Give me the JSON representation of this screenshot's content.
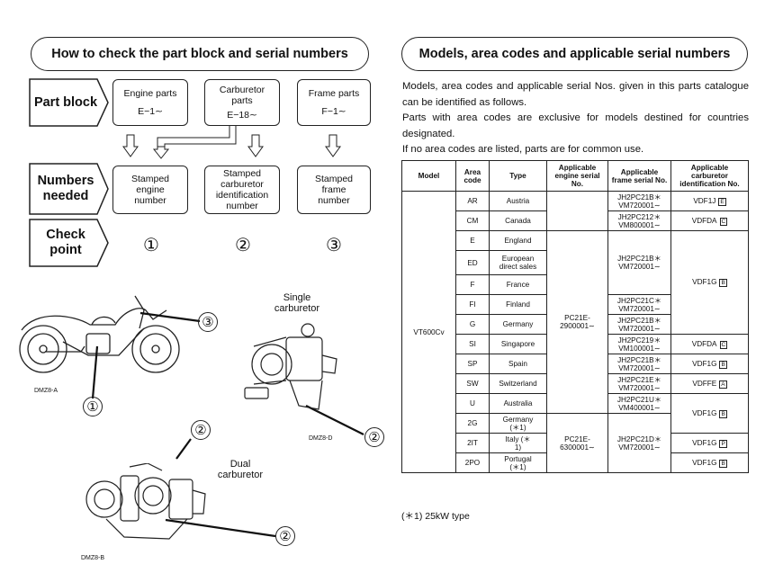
{
  "left": {
    "header": "How to check the part block and serial numbers",
    "rows": {
      "part_block": "Part block",
      "numbers_needed": "Numbers needed",
      "check_point": "Check point"
    },
    "columns": [
      {
        "part": "Engine parts",
        "code": "E−1∼",
        "number": "Stamped engine number",
        "check": "①"
      },
      {
        "part": "Carburetor parts",
        "code": "E−18∼",
        "number": "Stamped carburetor identification number",
        "check": "②"
      },
      {
        "part": "Frame parts",
        "code": "F−1∼",
        "number": "Stamped frame number",
        "check": "③"
      }
    ],
    "figures": {
      "single_label": "Single carburetor",
      "dual_label": "Dual carburetor",
      "cap_a": "DMZ8-A",
      "cap_d": "DMZ8-D",
      "cap_b": "DMZ8-B",
      "callout_1": "①",
      "callout_2": "②",
      "callout_3": "③"
    }
  },
  "right": {
    "header": "Models, area codes and applicable serial numbers",
    "para1": "Models, area codes and applicable serial Nos. given in this parts catalogue can be identified as follows.",
    "para2": "Parts with area codes are exclusive for models destined for countries designated.",
    "para3": "If no area codes are listed, parts are for common use.",
    "table": {
      "headers": [
        "Model",
        "Area code",
        "Type",
        "Applicable engine serial No.",
        "Applicable frame serial No.",
        "Applicable carburetor identification No."
      ],
      "model": "VT600Cv",
      "engine_a": "PC21E-2900001∼",
      "engine_b": "PC21E-6300001∼",
      "rows": [
        {
          "area": "AR",
          "type": "Austria",
          "frame": "JH2PC21B＊ VM720001∼",
          "carb": "VDF1J",
          "carb_tag": "E"
        },
        {
          "area": "CM",
          "type": "Canada",
          "frame": "JH2PC212＊ VM800001∼",
          "carb": "VDFDA",
          "carb_tag": "C"
        },
        {
          "area": "E",
          "type": "England"
        },
        {
          "area": "ED",
          "type": "European direct sales"
        },
        {
          "area": "F",
          "type": "France"
        },
        {
          "area": "FI",
          "type": "Finland"
        },
        {
          "area": "G",
          "type": "Germany"
        },
        {
          "area": "SI",
          "type": "Singapore",
          "frame": "JH2PC219＊ VM100001∼",
          "carb": "VDFDA",
          "carb_tag": "C"
        },
        {
          "area": "SP",
          "type": "Spain",
          "frame": "JH2PC21B＊ VM720001∼",
          "carb": "VDF1G",
          "carb_tag": "B"
        },
        {
          "area": "SW",
          "type": "Switzerland",
          "frame": "JH2PC21E＊ VM720001∼",
          "carb": "VDFFE",
          "carb_tag": "A"
        },
        {
          "area": "U",
          "type": "Australia",
          "frame": "JH2PC21U＊ VM400001∼"
        },
        {
          "area": "2G",
          "type": "Germany (＊1)"
        },
        {
          "area": "2IT",
          "type": "Italy (＊1)",
          "carb": "VDF1G",
          "carb_tag": "P"
        },
        {
          "area": "2PO",
          "type": "Portugal (＊1)",
          "carb": "VDF1G",
          "carb_tag": "B"
        }
      ],
      "frame_e_ed_f": "JH2PC21B＊ VM720001∼",
      "frame_fi": "JH2PC21C＊ VM720001∼",
      "frame_g": "JH2PC21B＊ VM720001∼",
      "frame_2g": "JH2PC21D＊ VM720001∼",
      "carb_e_to_g": "VDF1G",
      "carb_e_to_g_tag": "B",
      "carb_u_2g": "VDF1G",
      "carb_u_2g_tag": "B"
    },
    "footnote": "(＊1) 25kW type"
  }
}
